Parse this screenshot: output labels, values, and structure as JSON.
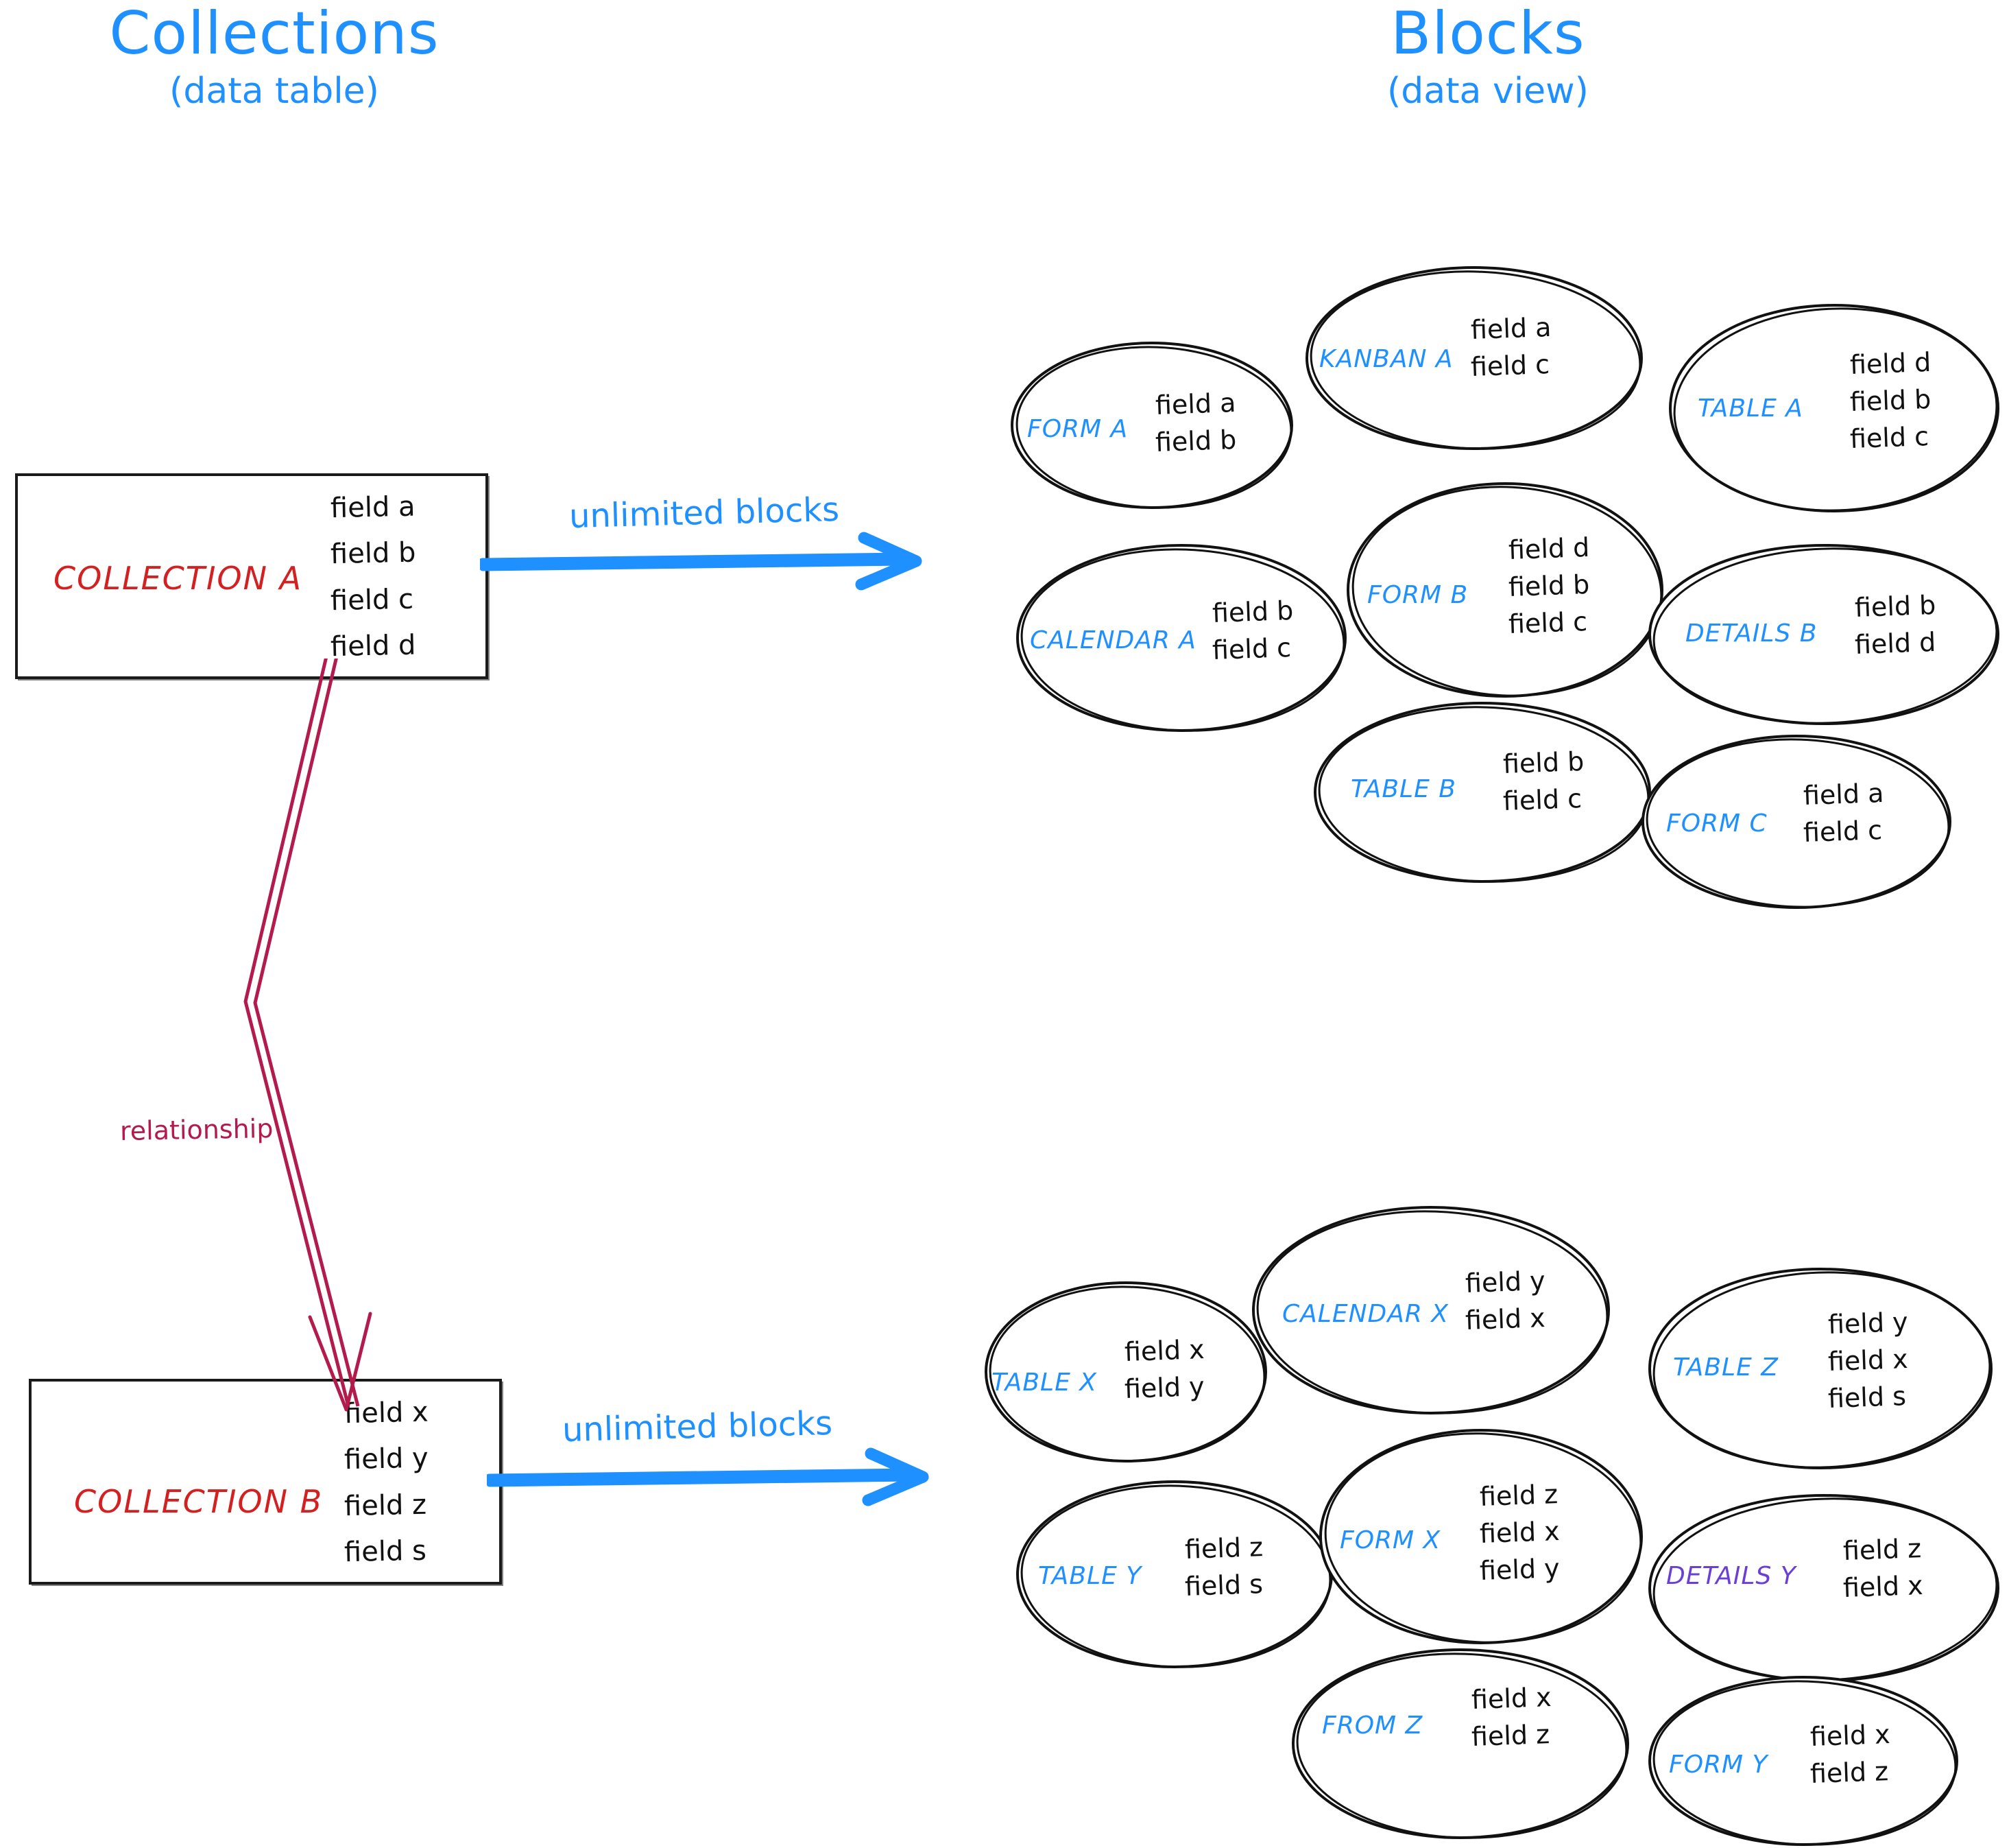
{
  "columns": {
    "left": {
      "title": "Collections",
      "subtitle": "(data table)"
    },
    "right": {
      "title": "Blocks",
      "subtitle": "(data view)"
    }
  },
  "colors": {
    "accent_blue": "#1e90ff",
    "collection_red": "#d32020",
    "relationship_crimson": "#b31b4d",
    "details_purple": "#6b3fd6",
    "field_black": "#111111",
    "box_border": "#1a1a1a"
  },
  "collections": [
    {
      "name": "COLLECTION A",
      "fields": [
        "field a",
        "field b",
        "field c",
        "field d"
      ],
      "arrow_label": "unlimited blocks"
    },
    {
      "name": "COLLECTION B",
      "fields": [
        "field x",
        "field y",
        "field z",
        "field s"
      ],
      "arrow_label": "unlimited blocks"
    }
  ],
  "relationship": {
    "label": "relationship"
  },
  "blocks_a": [
    {
      "label": "FORM A",
      "color": "#1e90ff",
      "fields": [
        "field a",
        "field b"
      ]
    },
    {
      "label": "KANBAN A",
      "color": "#1e90ff",
      "fields": [
        "field a",
        "field c"
      ]
    },
    {
      "label": "TABLE A",
      "color": "#1e90ff",
      "fields": [
        "field d",
        "field b",
        "field c"
      ]
    },
    {
      "label": "CALENDAR A",
      "color": "#1e90ff",
      "fields": [
        "field b",
        "field c"
      ]
    },
    {
      "label": "FORM B",
      "color": "#1e90ff",
      "fields": [
        "field d",
        "field b",
        "field c"
      ]
    },
    {
      "label": "DETAILS B",
      "color": "#1e90ff",
      "fields": [
        "field b",
        "field d"
      ]
    },
    {
      "label": "TABLE B",
      "color": "#1e90ff",
      "fields": [
        "field b",
        "field c"
      ]
    },
    {
      "label": "FORM C",
      "color": "#1e90ff",
      "fields": [
        "field a",
        "field c"
      ]
    }
  ],
  "blocks_b": [
    {
      "label": "TABLE X",
      "color": "#1e90ff",
      "fields": [
        "field x",
        "field y"
      ]
    },
    {
      "label": "CALENDAR X",
      "color": "#1e90ff",
      "fields": [
        "field y",
        "field x"
      ]
    },
    {
      "label": "TABLE Z",
      "color": "#1e90ff",
      "fields": [
        "field y",
        "field x",
        "field s"
      ]
    },
    {
      "label": "TABLE Y",
      "color": "#1e90ff",
      "fields": [
        "field z",
        "field s"
      ]
    },
    {
      "label": "FORM X",
      "color": "#1e90ff",
      "fields": [
        "field z",
        "field x",
        "field y"
      ]
    },
    {
      "label": "DETAILS Y",
      "color": "#6b3fd6",
      "fields": [
        "field z",
        "field x"
      ]
    },
    {
      "label": "FROM Z",
      "color": "#1e90ff",
      "fields": [
        "field x",
        "field z"
      ]
    },
    {
      "label": "FORM Y",
      "color": "#1e90ff",
      "fields": [
        "field x",
        "field z"
      ]
    }
  ]
}
